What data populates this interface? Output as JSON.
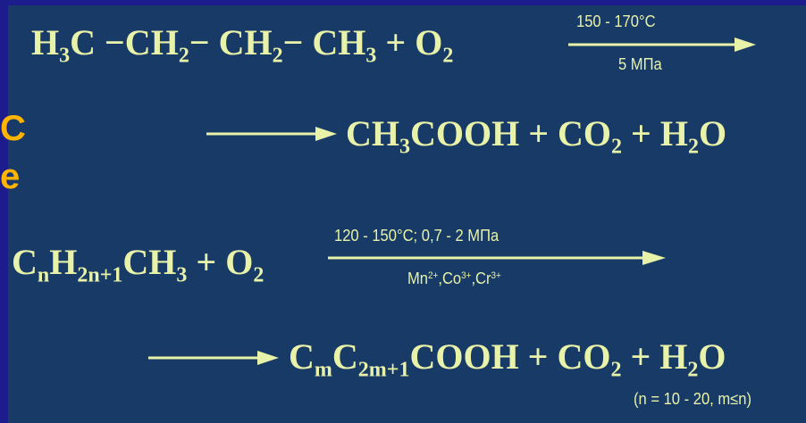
{
  "slide": {
    "side_text": [
      "С",
      "е"
    ],
    "reaction1": {
      "reactants": [
        {
          "text": "H",
          "sub": "3"
        },
        {
          "text": "C"
        },
        {
          "text": " −CH",
          "sub": "2"
        },
        {
          "text": "− CH",
          "sub": "2"
        },
        {
          "text": "− CH",
          "sub": "3"
        },
        {
          "text": " + O",
          "sub": "2"
        }
      ],
      "condition_top": "150 - 170°C",
      "condition_bottom": "5 МПа",
      "products": [
        {
          "text": "CH",
          "sub": "3"
        },
        {
          "text": "COOH + CO",
          "sub": "2"
        },
        {
          "text": " + H",
          "sub": "2"
        },
        {
          "text": "O"
        }
      ]
    },
    "reaction2": {
      "reactants": [
        {
          "text": "C",
          "sub": "n"
        },
        {
          "text": "H",
          "sub": "2n+1"
        },
        {
          "text": "CH",
          "sub": "3"
        },
        {
          "text": " + O",
          "sub": "2"
        }
      ],
      "condition_top": "120 - 150°C; 0,7 - 2 МПа",
      "catalysts": [
        {
          "text": "Mn",
          "sup": "2+"
        },
        {
          "text": ",Co",
          "sup": "3+"
        },
        {
          "text": ",Cr",
          "sup": "3+"
        }
      ],
      "products": [
        {
          "text": "C",
          "sub": "m"
        },
        {
          "text": "C",
          "sub": "2m+1"
        },
        {
          "text": "COOH + CO",
          "sub": "2"
        },
        {
          "text": " + H",
          "sub": "2"
        },
        {
          "text": "O"
        }
      ],
      "note": "(n = 10 - 20, m≤n)"
    }
  }
}
